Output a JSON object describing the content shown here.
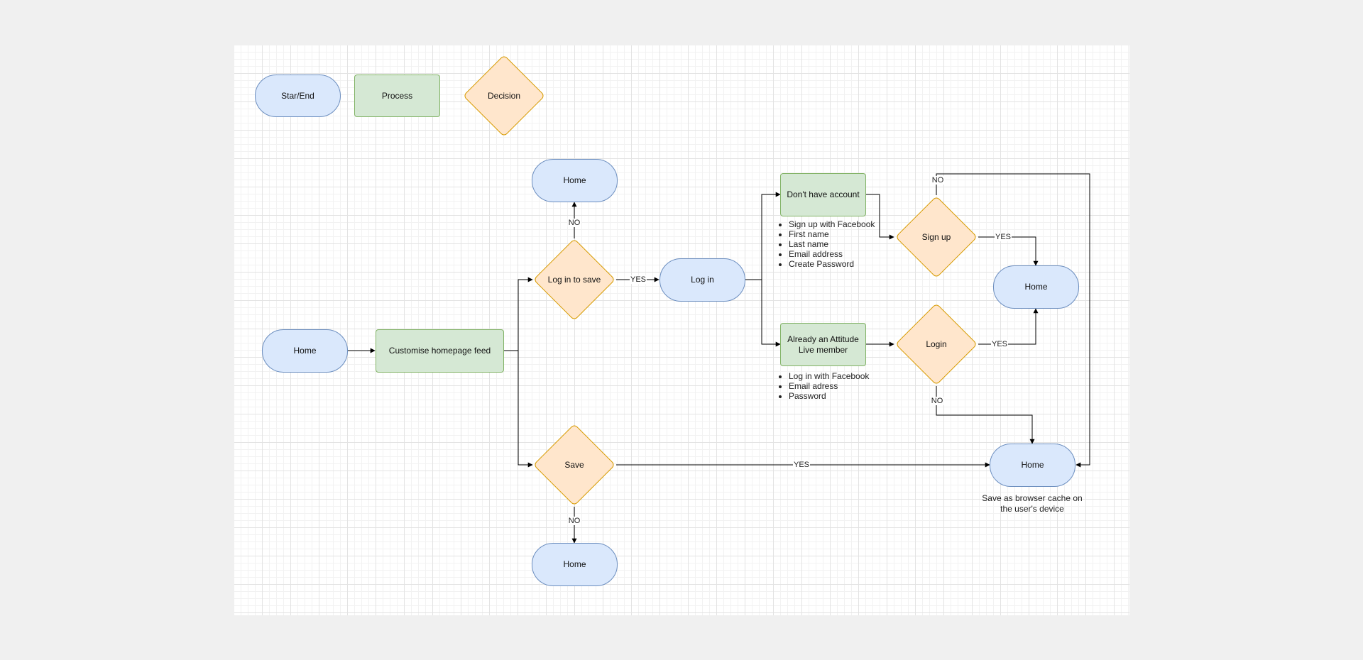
{
  "legend": {
    "start_end": "Star/End",
    "process": "Process",
    "decision": "Decision"
  },
  "nodes": {
    "home_start": "Home",
    "customise_feed": "Customise homepage feed",
    "log_in_to_save": "Log in to save",
    "home_top": "Home",
    "log_in": "Log in",
    "dont_have_account": "Don't have account",
    "already_member": "Already an Attitude Live member",
    "sign_up": "Sign up",
    "login": "Login",
    "home_right": "Home",
    "save": "Save",
    "home_bottom": "Home",
    "home_cache": "Home"
  },
  "edge_labels": {
    "no_top": "NO",
    "yes_login": "YES",
    "no_signup": "NO",
    "yes_signup": "YES",
    "yes_login_decision": "YES",
    "no_login_decision": "NO",
    "yes_save": "YES",
    "no_save": "NO"
  },
  "signup_list": [
    "Sign up with Facebook",
    "First name",
    "Last name",
    "Email address",
    "Create Password"
  ],
  "login_list": [
    "Log in with Facebook",
    "Email adress",
    "Password"
  ],
  "cache_note": "Save as browser cache on the user's device",
  "colors": {
    "terminal_fill": "#dae8fc",
    "terminal_stroke": "#6c8ebf",
    "process_fill": "#d5e8d4",
    "process_stroke": "#82b366",
    "decision_fill": "#ffe6cc",
    "decision_stroke": "#d79b00",
    "connector": "#000000"
  }
}
